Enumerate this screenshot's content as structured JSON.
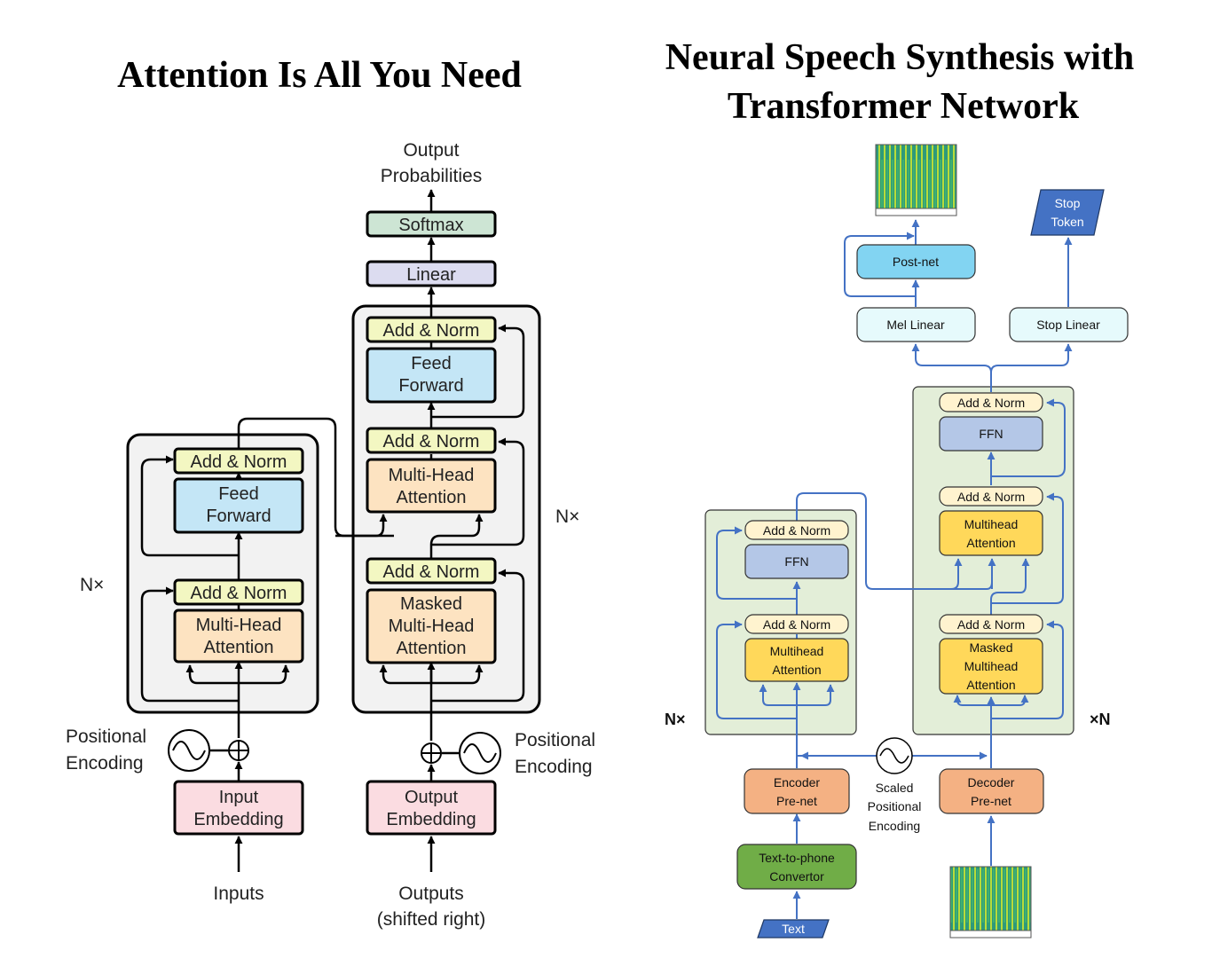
{
  "left": {
    "title": "Attention Is All You Need",
    "encoder_repeat": "N×",
    "decoder_repeat": "N×",
    "encoder": {
      "add_norm_top": "Add & Norm",
      "feed_forward": [
        "Feed",
        "Forward"
      ],
      "add_norm_bottom": "Add & Norm",
      "attention": [
        "Multi-Head",
        "Attention"
      ]
    },
    "decoder": {
      "add_norm_top": "Add & Norm",
      "feed_forward": [
        "Feed",
        "Forward"
      ],
      "add_norm_mid": "Add & Norm",
      "attention": [
        "Multi-Head",
        "Attention"
      ],
      "add_norm_bottom": "Add & Norm",
      "masked_attention": [
        "Masked",
        "Multi-Head",
        "Attention"
      ]
    },
    "linear": "Linear",
    "softmax": "Softmax",
    "output_probabilities": [
      "Output",
      "Probabilities"
    ],
    "input_embedding": [
      "Input",
      "Embedding"
    ],
    "output_embedding": [
      "Output",
      "Embedding"
    ],
    "positional_encoding_left": [
      "Positional",
      "Encoding"
    ],
    "positional_encoding_right": [
      "Positional",
      "Encoding"
    ],
    "inputs": "Inputs",
    "outputs": [
      "Outputs",
      "(shifted right)"
    ]
  },
  "right": {
    "title": [
      "Neural Speech Synthesis with",
      "Transformer Network"
    ],
    "encoder_repeat": "N×",
    "decoder_repeat": "×N",
    "encoder": {
      "add_norm_top": "Add & Norm",
      "ffn": "FFN",
      "add_norm_bottom": "Add & Norm",
      "attention": [
        "Multihead",
        "Attention"
      ]
    },
    "decoder": {
      "add_norm_top": "Add & Norm",
      "ffn": "FFN",
      "add_norm_mid": "Add & Norm",
      "attention": [
        "Multihead",
        "Attention"
      ],
      "add_norm_bottom": "Add & Norm",
      "masked_attention": [
        "Masked",
        "Multihead",
        "Attention"
      ]
    },
    "post_net": "Post-net",
    "mel_linear": "Mel Linear",
    "stop_linear": "Stop Linear",
    "stop_token": [
      "Stop",
      "Token"
    ],
    "encoder_prenet": [
      "Encoder",
      "Pre-net"
    ],
    "decoder_prenet": [
      "Decoder",
      "Pre-net"
    ],
    "scaled_pe": [
      "Scaled",
      "Positional",
      "Encoding"
    ],
    "text_to_phone": [
      "Text-to-phone",
      "Convertor"
    ],
    "text": "Text"
  },
  "colors": {
    "add_norm_left": "#f3f7c2",
    "feed_forward_left": "#c4e6f6",
    "attention_left": "#fde3c1",
    "embedding_left": "#fbdce1",
    "linear_left": "#dcdcf0",
    "softmax_left": "#cde5d4",
    "stack_left": "#f2f2f2",
    "stack_right": "#e3eed8",
    "add_norm_right": "#fff3cf",
    "ffn_right": "#b4c7e7",
    "attention_right": "#ffd85a",
    "post_net": "#82d4f2",
    "linear_right": "#e6fafc",
    "prenet": "#f4b183",
    "text_to_phone": "#70ad47",
    "stop_token": "#4472c4",
    "arrow_right": "#4472c4"
  }
}
